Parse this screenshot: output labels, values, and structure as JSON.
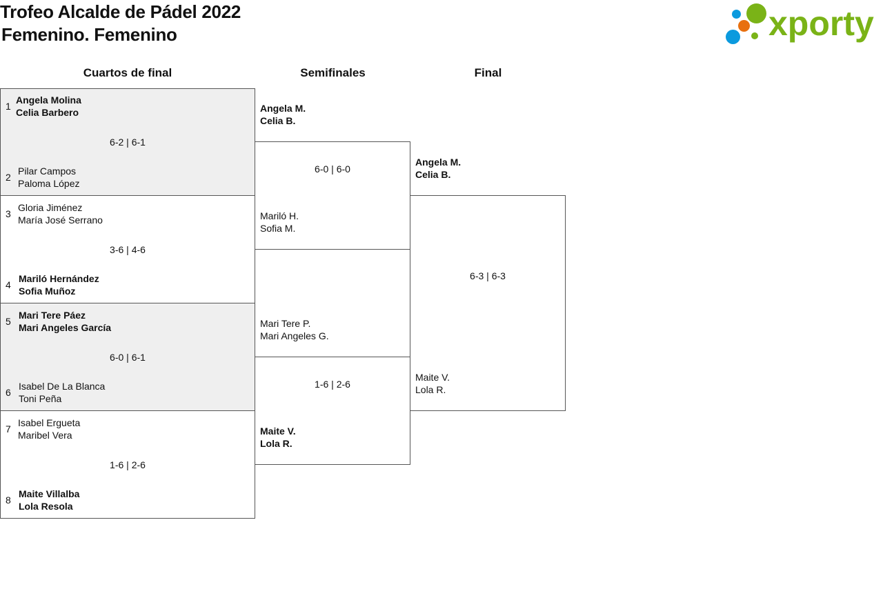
{
  "header": {
    "title": "Trofeo Alcalde de Pádel 2022",
    "subtitle": "Femenino. Femenino",
    "logo_text": "xporty"
  },
  "colors": {
    "brand_green": "#7ab317",
    "dot_blue": "#0b9ade",
    "dot_orange": "#e8700f",
    "shade": "#efefef"
  },
  "rounds": {
    "quarterfinals": "Cuartos de final",
    "semifinals": "Semifinales",
    "final": "Final"
  },
  "quarterfinals": [
    {
      "top": {
        "seed": "1",
        "p1": "Angela Molina",
        "p2": "Celia Barbero"
      },
      "bottom": {
        "seed": "2",
        "p1": "Pilar Campos",
        "p2": "Paloma López"
      },
      "score": "6-2 | 6-1"
    },
    {
      "top": {
        "seed": "3",
        "p1": "Gloria Jiménez",
        "p2": "María José Serrano"
      },
      "bottom": {
        "seed": "4",
        "p1": "Mariló Hernández",
        "p2": "Sofia Muñoz"
      },
      "score": "3-6 | 4-6"
    },
    {
      "top": {
        "seed": "5",
        "p1": "Mari Tere Páez",
        "p2": "Mari Angeles García"
      },
      "bottom": {
        "seed": "6",
        "p1": "Isabel De La Blanca",
        "p2": "Toni Peña"
      },
      "score": "6-0 | 6-1"
    },
    {
      "top": {
        "seed": "7",
        "p1": "Isabel Ergueta",
        "p2": "Maribel Vera"
      },
      "bottom": {
        "seed": "8",
        "p1": "Maite Villalba",
        "p2": "Lola Resola"
      },
      "score": "1-6 | 2-6"
    }
  ],
  "semifinals": [
    {
      "top": {
        "p1": "Angela M.",
        "p2": "Celia B."
      },
      "bottom": {
        "p1": "Mariló H.",
        "p2": "Sofia M."
      },
      "score": "6-0 | 6-0"
    },
    {
      "top": {
        "p1": "Mari Tere P.",
        "p2": "Mari Angeles G."
      },
      "bottom": {
        "p1": "Maite V.",
        "p2": "Lola R."
      },
      "score": "1-6 | 2-6"
    }
  ],
  "final": {
    "top": {
      "p1": "Angela M.",
      "p2": "Celia B."
    },
    "bottom": {
      "p1": "Maite V.",
      "p2": "Lola R."
    },
    "score": "6-3 | 6-3"
  }
}
